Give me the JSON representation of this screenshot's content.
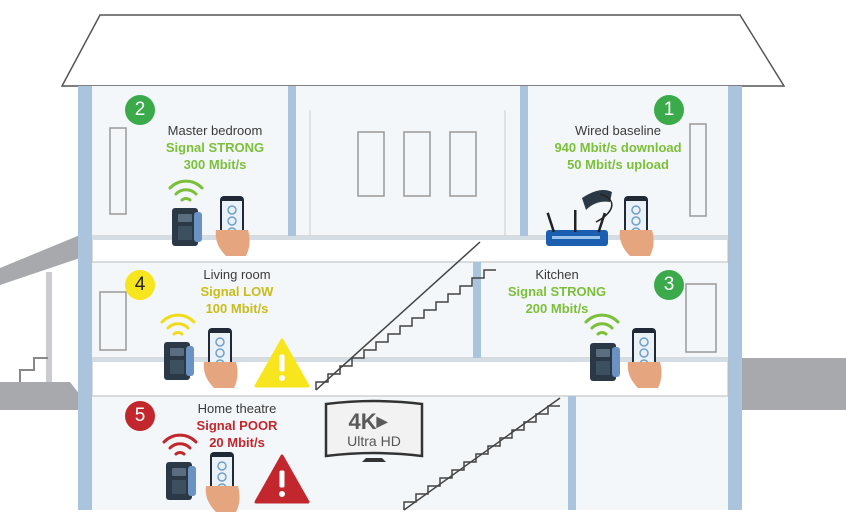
{
  "colors": {
    "green": "#3aaa4a",
    "green_text": "#7cbf3a",
    "yellow": "#f7e51d",
    "yellow_text": "#c8bd1c",
    "red": "#c1272d",
    "red_text": "#c1272d",
    "wall_blue": "#a9c4dc",
    "floor_gray": "#a7a9ac"
  },
  "rooms": [
    {
      "number": "1",
      "room": "Wired baseline",
      "line1": "940 Mbit/s download",
      "line2": "50 Mbit/s upload",
      "level": "green"
    },
    {
      "number": "2",
      "room": "Master bedroom",
      "line1": "Signal STRONG",
      "line2": "300 Mbit/s",
      "level": "green"
    },
    {
      "number": "3",
      "room": "Kitchen",
      "line1": "Signal STRONG",
      "line2": "200 Mbit/s",
      "level": "green"
    },
    {
      "number": "4",
      "room": "Living room",
      "line1": "Signal LOW",
      "line2": "100 Mbit/s",
      "level": "yellow"
    },
    {
      "number": "5",
      "room": "Home theatre",
      "line1": "Signal POOR",
      "line2": "20 Mbit/s",
      "level": "red"
    }
  ],
  "tv": {
    "resolution": "4K",
    "subtitle": "Ultra HD"
  },
  "icons": {
    "extender": "wifi-extender-icon",
    "phone": "smartphone-in-hand-icon",
    "router": "router-icon",
    "warning": "warning-triangle-icon",
    "wifi": "wifi-signal-icon"
  }
}
